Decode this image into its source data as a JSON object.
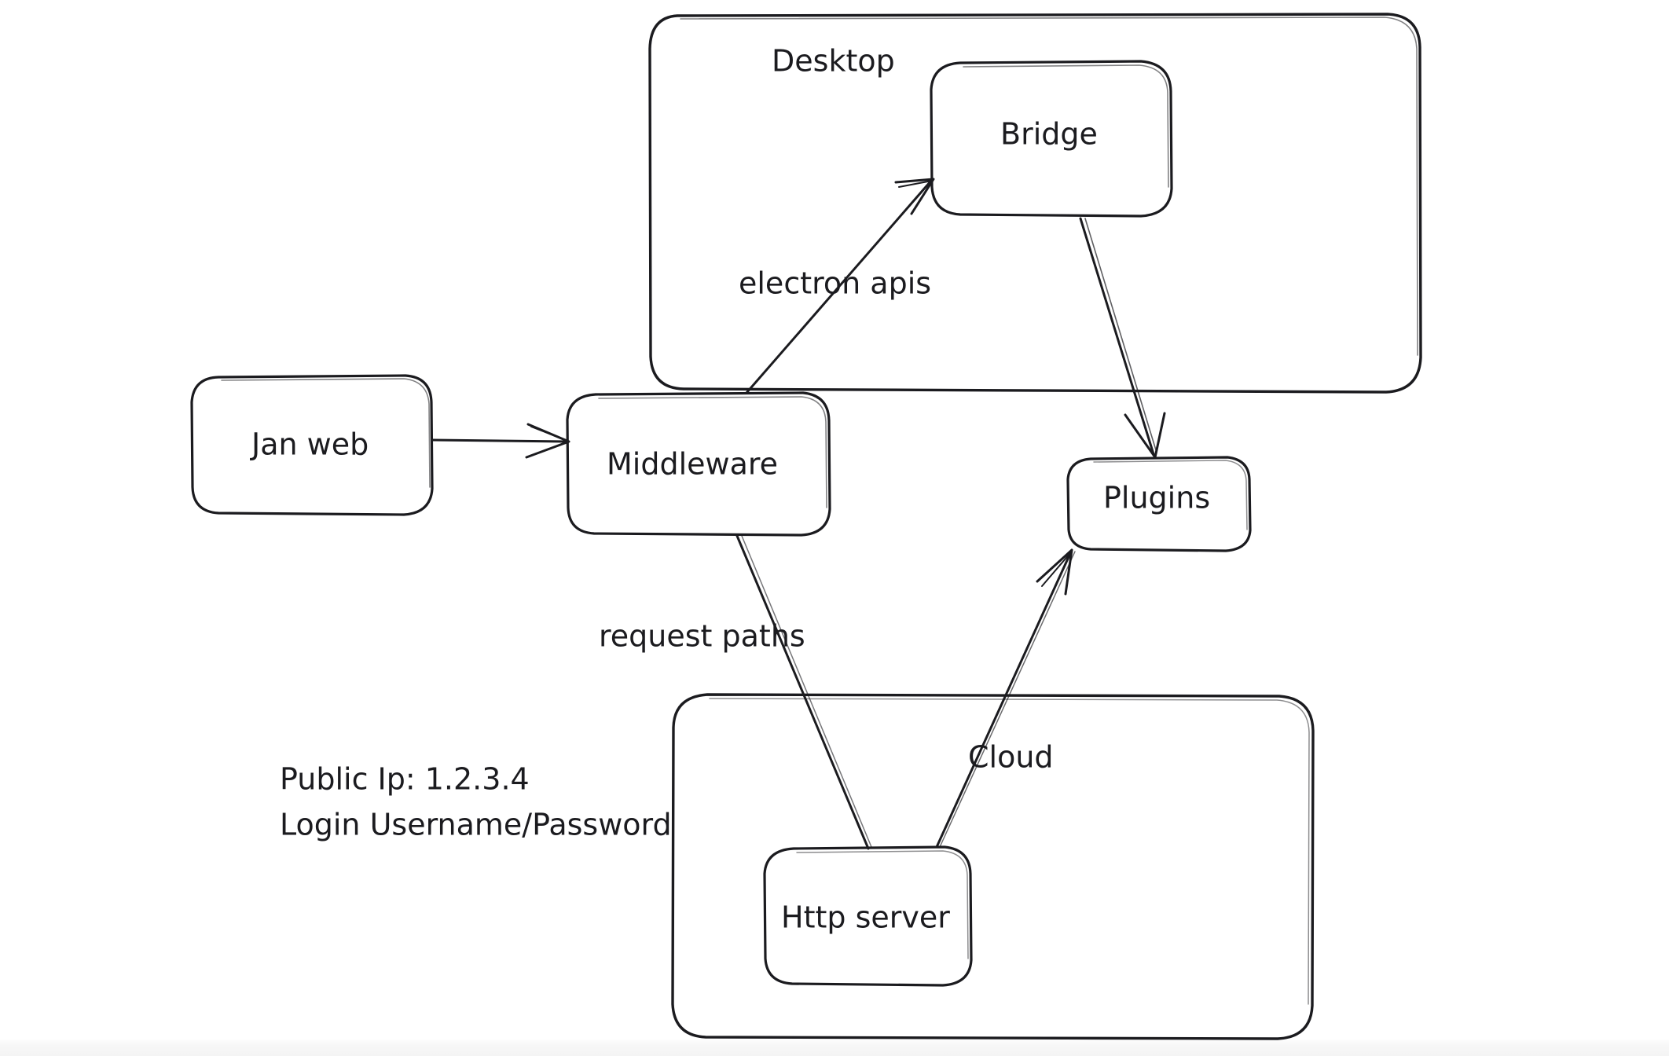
{
  "diagram": {
    "title": "Jan architecture sketch",
    "style": "hand-drawn whiteboard",
    "background_color": "#ffffff",
    "stroke_color": "#1b1b1f",
    "groups": [
      {
        "id": "desktop",
        "label": "Desktop"
      },
      {
        "id": "cloud",
        "label": "Cloud"
      }
    ],
    "nodes": [
      {
        "id": "jan-web",
        "label": "Jan web"
      },
      {
        "id": "middleware",
        "label": "Middleware"
      },
      {
        "id": "bridge",
        "label": "Bridge"
      },
      {
        "id": "plugins",
        "label": "Plugins"
      },
      {
        "id": "http-server",
        "label": "Http server"
      }
    ],
    "edges": [
      {
        "id": "janweb-middleware",
        "from": "Jan web",
        "to": "Middleware",
        "label": ""
      },
      {
        "id": "middleware-bridge",
        "from": "Middleware",
        "to": "Bridge",
        "label": "electron apis"
      },
      {
        "id": "bridge-plugins",
        "from": "Bridge",
        "to": "Plugins",
        "label": ""
      },
      {
        "id": "middleware-httpserver",
        "from": "Middleware",
        "to": "Http server",
        "label": "request paths"
      },
      {
        "id": "httpserver-plugins",
        "from": "Http server",
        "to": "Plugins",
        "label": "Cloud"
      }
    ],
    "edge_labels": {
      "electron_apis": "electron apis",
      "request_paths": "request paths",
      "cloud": "Cloud"
    },
    "notes": {
      "line1": "Public Ip: 1.2.3.4",
      "line2": "Login Username/Password"
    }
  }
}
